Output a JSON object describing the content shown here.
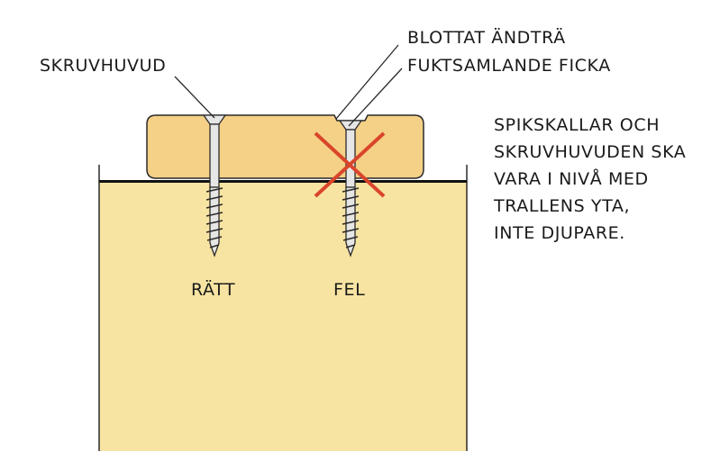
{
  "labels": {
    "screw_head": "SKRUVHUVUD",
    "exposed_end_grain": "BLOTTAT ÄNDTRÄ",
    "moisture_pocket": "FUKTSAMLANDE FICKA",
    "correct": "RÄTT",
    "wrong": "FEL"
  },
  "note_lines": [
    "SPIKSKALLAR OCH",
    "SKRUVHUVUDEN SKA",
    "VARA I NIVÅ MED",
    "TRALLENS YTA,",
    "INTE DJUPARE."
  ],
  "colors": {
    "joist": "#f8e4a2",
    "board": "#f5d087",
    "outline": "#2a2a2a",
    "screw_fill": "#e6e6e6",
    "cross": "#d9452b"
  }
}
